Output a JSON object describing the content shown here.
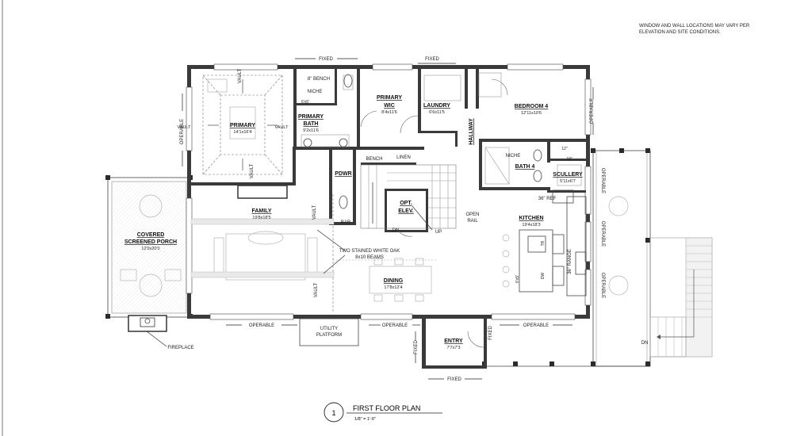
{
  "sheet": {
    "general_note": [
      "WINDOW AND WALL LOCATIONS MAY VARY PER",
      "ELEVATION AND SITE CONDITIONS."
    ],
    "title_block": {
      "number": "1",
      "title": "FIRST FLOOR PLAN",
      "scale": "1/8\" = 1'-0\""
    }
  },
  "rooms": {
    "primary": {
      "name": "PRIMARY",
      "dims": "14'1x16'4"
    },
    "primary_bath": {
      "name": [
        "PRIMARY",
        "BATH"
      ],
      "dims": "9'2x11'6"
    },
    "primary_wic": {
      "name": [
        "PRIMARY",
        "WIC"
      ],
      "dims": "8'4x11'6"
    },
    "laundry": {
      "name": "LAUNDRY",
      "dims": "6'6x11'5"
    },
    "hallway": {
      "name": "HALLWAY"
    },
    "bedroom4": {
      "name": "BEDROOM 4",
      "dims": "12'11x10'6"
    },
    "bath4": {
      "name": "BATH 4"
    },
    "scullery": {
      "name": "SCULLERY",
      "dims": "5'11x6'7"
    },
    "kitchen": {
      "name": "KITCHEN",
      "dims": "19'4x18'3"
    },
    "family": {
      "name": "FAMILY",
      "dims": "19'8x18'5"
    },
    "covered_porch": {
      "name": [
        "COVERED",
        "SCREENED PORCH"
      ],
      "dims": "12'0x20'0"
    },
    "dining": {
      "name": "DINING",
      "dims": "17'8x12'4"
    },
    "entry": {
      "name": "ENTRY",
      "dims": "7'7x7'3"
    },
    "pdwr": {
      "name": "PDWR"
    },
    "opt_elev": {
      "name": [
        "OPT.",
        "ELEV."
      ]
    },
    "bar": {
      "name": "BAR"
    }
  },
  "annotations": {
    "fixed": "FIXED",
    "operable": "OPERABLE",
    "vault": "VAULT",
    "bench": "BENCH",
    "bench_8in": "8\" BENCH",
    "niche": "NICHE",
    "linen": "LINEN",
    "up": "UP",
    "dn": "DN",
    "open_rail": [
      "OPEN",
      "RAIL"
    ],
    "beams": [
      "TWO STAINED WHITE OAK",
      "8x10 BEAMS"
    ],
    "utility_platform": [
      "UTILITY",
      "PLATFORM"
    ],
    "fireplace": "FIREPLACE",
    "ref": "36\" REF",
    "range": "36\" RANGE",
    "dim_6x5": "6'x5'",
    "dim_12in": "12\"",
    "dim_18in": "18\"",
    "dim_6x5b": "6'x5'",
    "tr": "TR",
    "dw": "DW"
  }
}
